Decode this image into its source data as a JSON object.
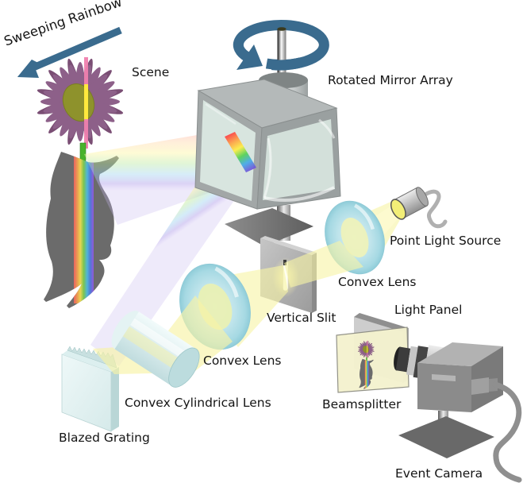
{
  "figure": {
    "description": "Optical schematic of a sweeping-rainbow hyperspectral event-camera setup",
    "annotations": {
      "sweeping_rainbow": "Sweeping Rainbow",
      "scene": "Scene",
      "rotated_mirror_array": "Rotated Mirror Array",
      "point_light_source": "Point Light Source",
      "convex_lens_upper": "Convex Lens",
      "vertical_slit": "Vertical Slit",
      "convex_lens_lower": "Convex Lens",
      "convex_cylindrical_lens": "Convex Cylindrical Lens",
      "blazed_grating": "Blazed Grating",
      "light_panel": "Light Panel",
      "beamsplitter": "Beamsplitter",
      "event_camera": "Event Camera"
    },
    "icons": {
      "sweep_arrow": "arrow-down-left",
      "rotation_arrow": "circular-rotation-arrow"
    },
    "colors": {
      "background": "#ffffff",
      "arrow_blue": "#3a6b8e",
      "label_text": "#141414",
      "flower_petal": "#8a5e85",
      "flower_center_olive": "#8e922c",
      "vase_gray": "#6b6b6b",
      "beam_yellow": "#f7f3a6",
      "lens_blue": "#a8dbe4",
      "glass_pale": "#ddeef0",
      "metal_gray": "#a9aeae",
      "beamsplitter_yellow": "#f4f2cf",
      "rainbow": [
        "#ff6060",
        "#ffa24e",
        "#ffe84e",
        "#7cd44c",
        "#4cc2ea",
        "#4c7cea",
        "#9c55ea"
      ]
    }
  }
}
